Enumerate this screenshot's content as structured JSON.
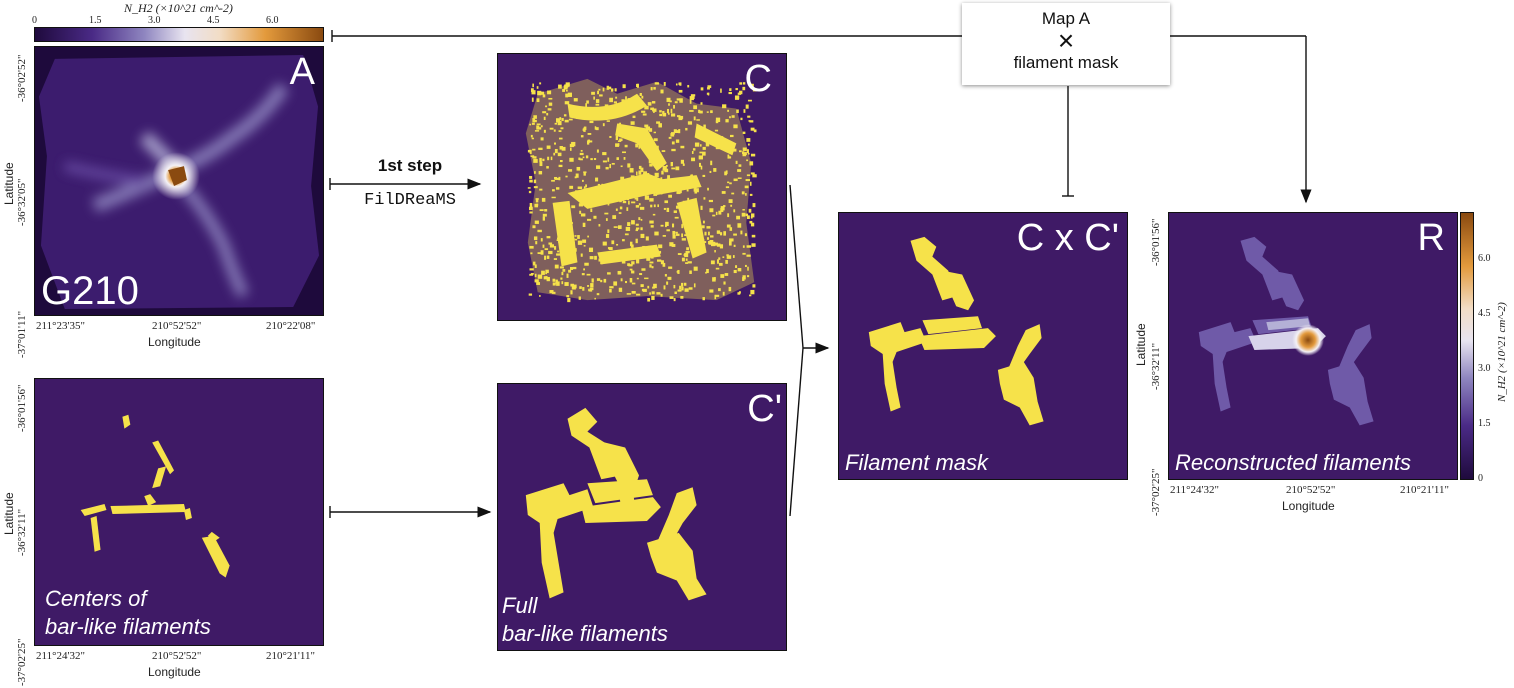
{
  "colorbar_top": {
    "label": "N_H2 (×10^21 cm^-2)",
    "ticks": [
      "0",
      "1.5",
      "3.0",
      "4.5",
      "6.0"
    ]
  },
  "panel_a": {
    "tag": "A",
    "region": "G210",
    "x_ticks": [
      "211°23'35\"",
      "210°52'52\"",
      "210°22'08\""
    ],
    "y_ticks": [
      "-36°02'52\"",
      "-36°32'05\"",
      "-37°01'11\""
    ],
    "xlabel": "Longitude",
    "ylabel": "Latitude"
  },
  "panel_centers": {
    "caption_line1": "Centers of",
    "caption_line2": "bar-like filaments",
    "x_ticks": [
      "211°24'32\"",
      "210°52'52\"",
      "210°21'11\""
    ],
    "y_ticks": [
      "-36°01'56\"",
      "-36°32'11\"",
      "-37°02'25\""
    ],
    "xlabel": "Longitude",
    "ylabel": "Latitude"
  },
  "panel_c": {
    "tag": "C"
  },
  "panel_c_prime": {
    "tag": "C'",
    "caption_line1": "Full",
    "caption_line2": "bar-like filaments"
  },
  "panel_mask": {
    "tag": "C x C'",
    "caption": "Filament mask"
  },
  "panel_r": {
    "tag": "R",
    "caption": "Reconstructed filaments",
    "x_ticks": [
      "211°24'32\"",
      "210°52'52\"",
      "210°21'11\""
    ],
    "y_ticks": [
      "-36°01'56\"",
      "-36°32'11\"",
      "-37°02'25\""
    ],
    "xlabel": "Longitude",
    "ylabel": "Latitude",
    "cb_label": "N_H2 (×10^21 cm^-2)",
    "cb_ticks": [
      "6.0",
      "4.5",
      "3.0",
      "1.5",
      "0"
    ]
  },
  "step": {
    "label": "1st step",
    "method": "FilDReaMS"
  },
  "map_box": {
    "line1": "Map A",
    "operator": "×",
    "line2": "filament mask"
  },
  "colors": {
    "panel_bg": "#3f1a66",
    "mask_yellow": "#f6e24a",
    "cmap": [
      "#1f0a3d",
      "#5a3b95",
      "#b4b0d6",
      "#f4f1f6",
      "#e39a3c",
      "#8a4a10"
    ]
  }
}
